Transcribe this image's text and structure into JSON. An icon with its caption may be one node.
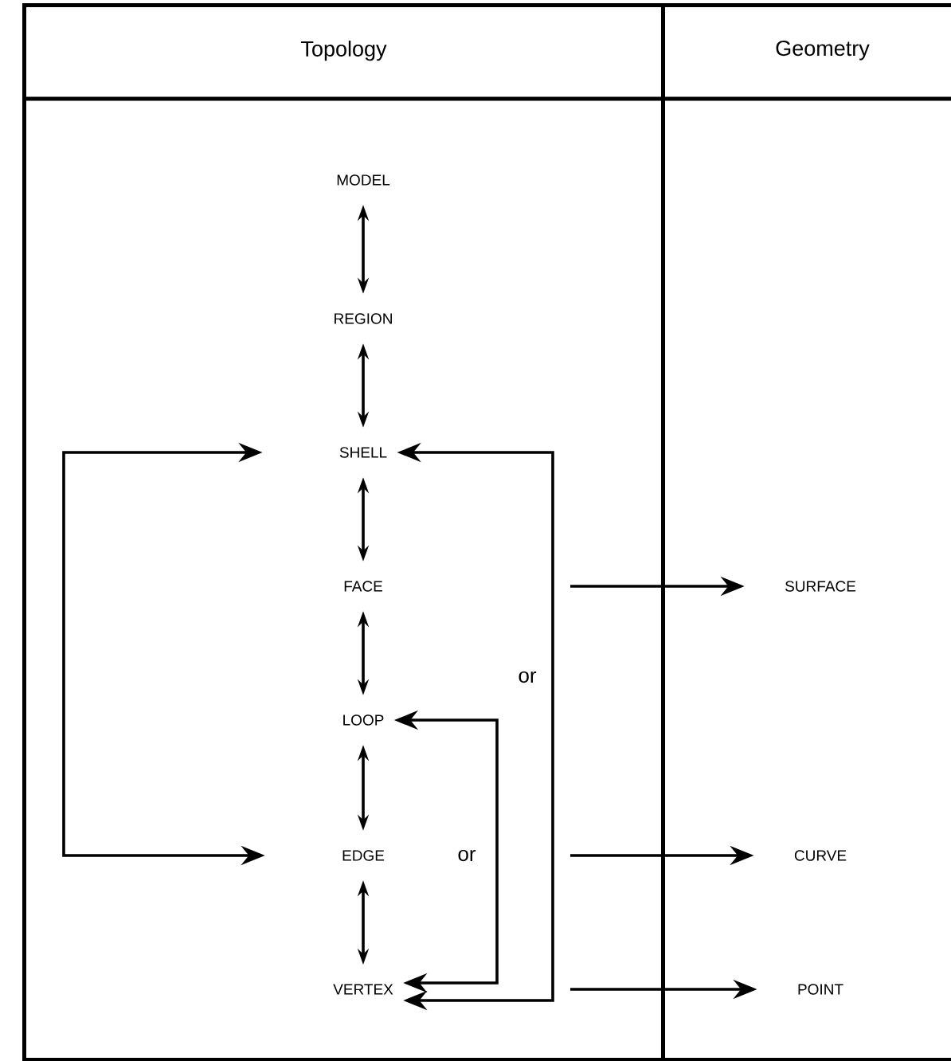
{
  "diagram": {
    "nodes": [
      {
        "text": [
          "Topology"
        ]
      },
      {
        "text": [
          "Geometry"
        ]
      },
      {
        "text": [
          "MODEL"
        ],
        "in": 0
      },
      {
        "text": [
          "REGION"
        ],
        "in": 0
      },
      {
        "text": [
          "SHELL"
        ],
        "in": 0
      },
      {
        "text": [
          "FACE"
        ],
        "in": 0
      },
      {
        "text": [
          "LOOP"
        ],
        "in": 0
      },
      {
        "text": [
          "EDGE"
        ],
        "in": 0
      },
      {
        "text": [
          "VERTEX"
        ],
        "in": 0
      },
      {
        "text": [
          "SURFACE"
        ],
        "in": 1
      },
      {
        "text": [
          "CURVE"
        ],
        "in": 1
      },
      {
        "text": [
          "POINT"
        ],
        "in": 1
      }
    ],
    "edges": [
      {
        "from": 2,
        "to": 3,
        "arrow": "both"
      },
      {
        "from": 3,
        "to": 4,
        "arrow": "both"
      },
      {
        "from": 4,
        "to": 5,
        "arrow": "both"
      },
      {
        "from": 5,
        "to": 6,
        "arrow": "both"
      },
      {
        "from": 6,
        "to": 7,
        "arrow": "both"
      },
      {
        "from": 7,
        "to": 8,
        "arrow": "both"
      },
      {
        "from": 4,
        "to": 7,
        "arrow": "both"
      },
      {
        "from": 4,
        "to": 8,
        "arrow": "both",
        "label": "or"
      },
      {
        "from": 6,
        "to": 8,
        "arrow": "both",
        "label": "or"
      },
      {
        "from": null,
        "to": 9,
        "arrow": "to"
      },
      {
        "from": null,
        "to": 10,
        "arrow": "to"
      },
      {
        "from": null,
        "to": 11,
        "arrow": "to"
      }
    ]
  }
}
